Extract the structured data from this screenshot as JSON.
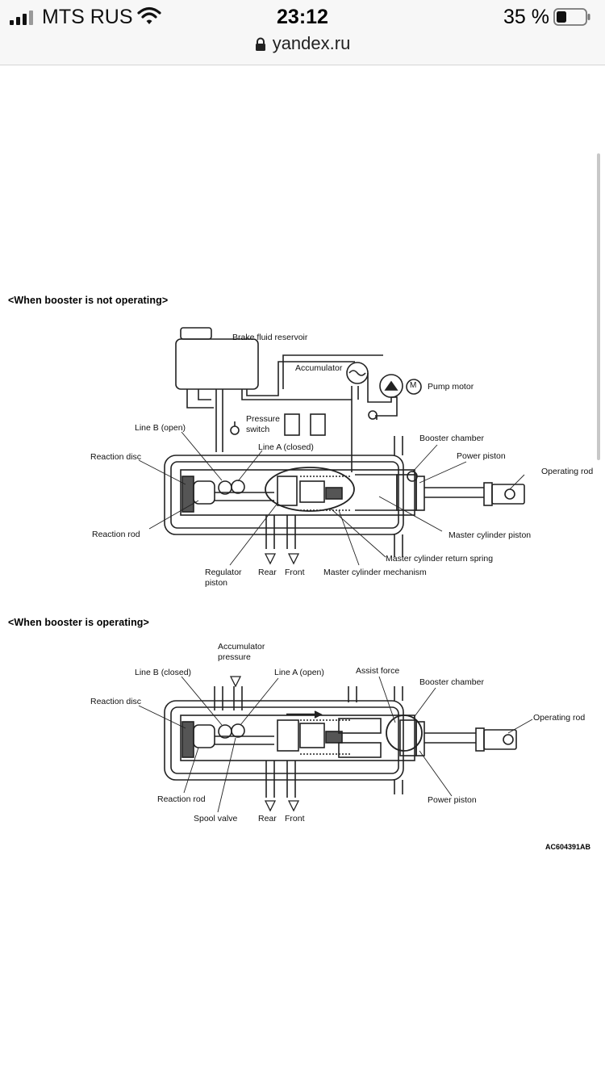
{
  "status_bar": {
    "carrier": "MTS RUS",
    "time": "23:12",
    "battery_percent": "35 %",
    "battery_level": 0.35,
    "icons": [
      "signal-bars-icon",
      "wifi-icon",
      "battery-icon",
      "lock-icon"
    ]
  },
  "address_bar": {
    "url": "yandex.ru"
  },
  "figure": {
    "section_not_operating": "<When booster is not operating>",
    "section_operating": "<When booster is operating>",
    "figure_code": "AC604391AB",
    "top_labels": {
      "brake_fluid_reservoir": "Brake fluid reservoir",
      "accumulator": "Accumulator",
      "pump_motor": "Pump motor",
      "motor_symbol": "M",
      "pressure_switch_1": "Pressure",
      "pressure_switch_2": "switch",
      "line_b_open": "Line B (open)",
      "line_a_closed": "Line A (closed)",
      "booster_chamber": "Booster chamber",
      "power_piston": "Power piston",
      "operating_rod": "Operating rod",
      "reaction_disc": "Reaction disc",
      "reaction_rod": "Reaction rod",
      "master_cylinder_piston": "Master cylinder piston",
      "master_cylinder_return_spring": "Master cylinder return spring",
      "master_cylinder_mechanism": "Master cylinder mechanism",
      "regulator_piston_1": "Regulator",
      "regulator_piston_2": "piston",
      "rear": "Rear",
      "front": "Front"
    },
    "bottom_labels": {
      "accumulator_pressure_1": "Accumulator",
      "accumulator_pressure_2": "pressure",
      "line_b_closed": "Line B (closed)",
      "line_a_open": "Line A (open)",
      "assist_force": "Assist force",
      "booster_chamber": "Booster chamber",
      "operating_rod": "Operating rod",
      "reaction_disc": "Reaction disc",
      "reaction_rod": "Reaction rod",
      "spool_valve": "Spool valve",
      "power_piston": "Power piston",
      "rear": "Rear",
      "front": "Front"
    }
  }
}
